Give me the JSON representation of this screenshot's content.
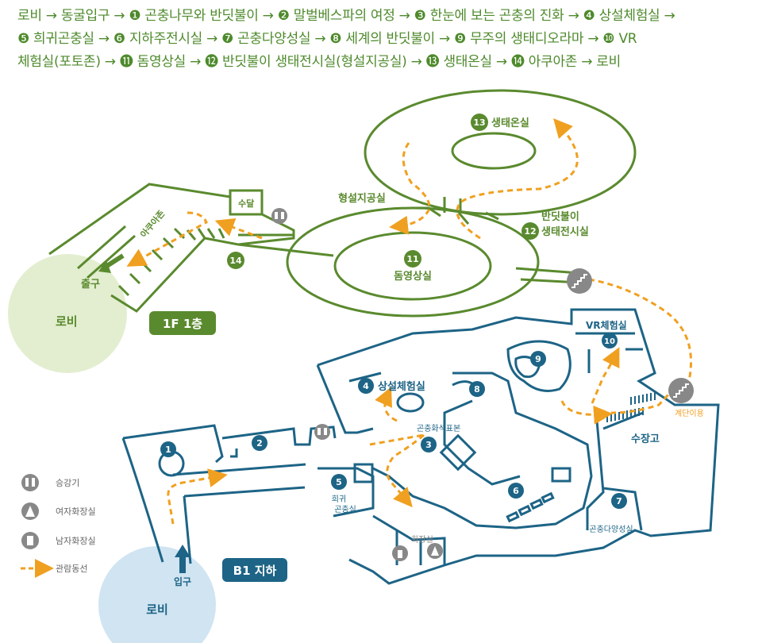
{
  "route": {
    "line1": "로비 → 동굴입구 → ❶ 곤충나무와 반딧불이 → ❷ 말벌베스파의 여정 → ❸ 한눈에 보는 곤충의 진화 → ❹ 상설체험실 →",
    "line2": "❺ 희귀곤충실 → ❻ 지하주전시실 → ❼ 곤충다양성실 → ❽ 세계의 반딧불이 → ❾ 무주의 생태디오라마 → ❿ VR",
    "line3": "체험실(포토존) → ⓫ 돔영상실 → ⓬ 반딧불이 생태전시실(형설지공실) → ⓭ 생태온실 → ⓮ 아쿠아존 → 로비"
  },
  "floor1": {
    "badge": "1F 1층",
    "lobby": "로비",
    "exit": "출구",
    "aquazone": "아쿠아존",
    "water_tank": "수달",
    "room11_num": "11",
    "room11_label": "돔영상실",
    "room12_num": "12",
    "room12_label1": "반딧불이",
    "room12_label2": "생태전시실",
    "room13_num": "13",
    "room13_label": "생태온실",
    "room14_num": "14",
    "hyeongseol": "형설지공실"
  },
  "floor_b1": {
    "badge": "B1 지하",
    "lobby": "로비",
    "entrance": "입구",
    "room1": "1",
    "room2": "2",
    "room3": "3",
    "room3_label": "곤충화석표본",
    "room4": "4",
    "room4_label": "상설체험실",
    "room5": "5",
    "room5_label1": "희귀",
    "room5_label2": "곤충실",
    "room6": "6",
    "room7": "7",
    "room7_label": "곤충다양성실",
    "room8": "8",
    "room9": "9",
    "room10": "10",
    "room10_label": "VR체험실",
    "storage": "수장고",
    "stairs_label": "계단이용",
    "restroom": "화장실"
  },
  "legend": {
    "elevator": "승강기",
    "female_restroom": "여자화장실",
    "male_restroom": "남자화장실",
    "route": "관람동선"
  },
  "colors": {
    "green": "#5a8a2e",
    "blue": "#1d6486",
    "orange": "#f0a020",
    "gray": "#888888",
    "lobby_green": "#e3eed0",
    "lobby_blue": "#d0e4f2"
  }
}
